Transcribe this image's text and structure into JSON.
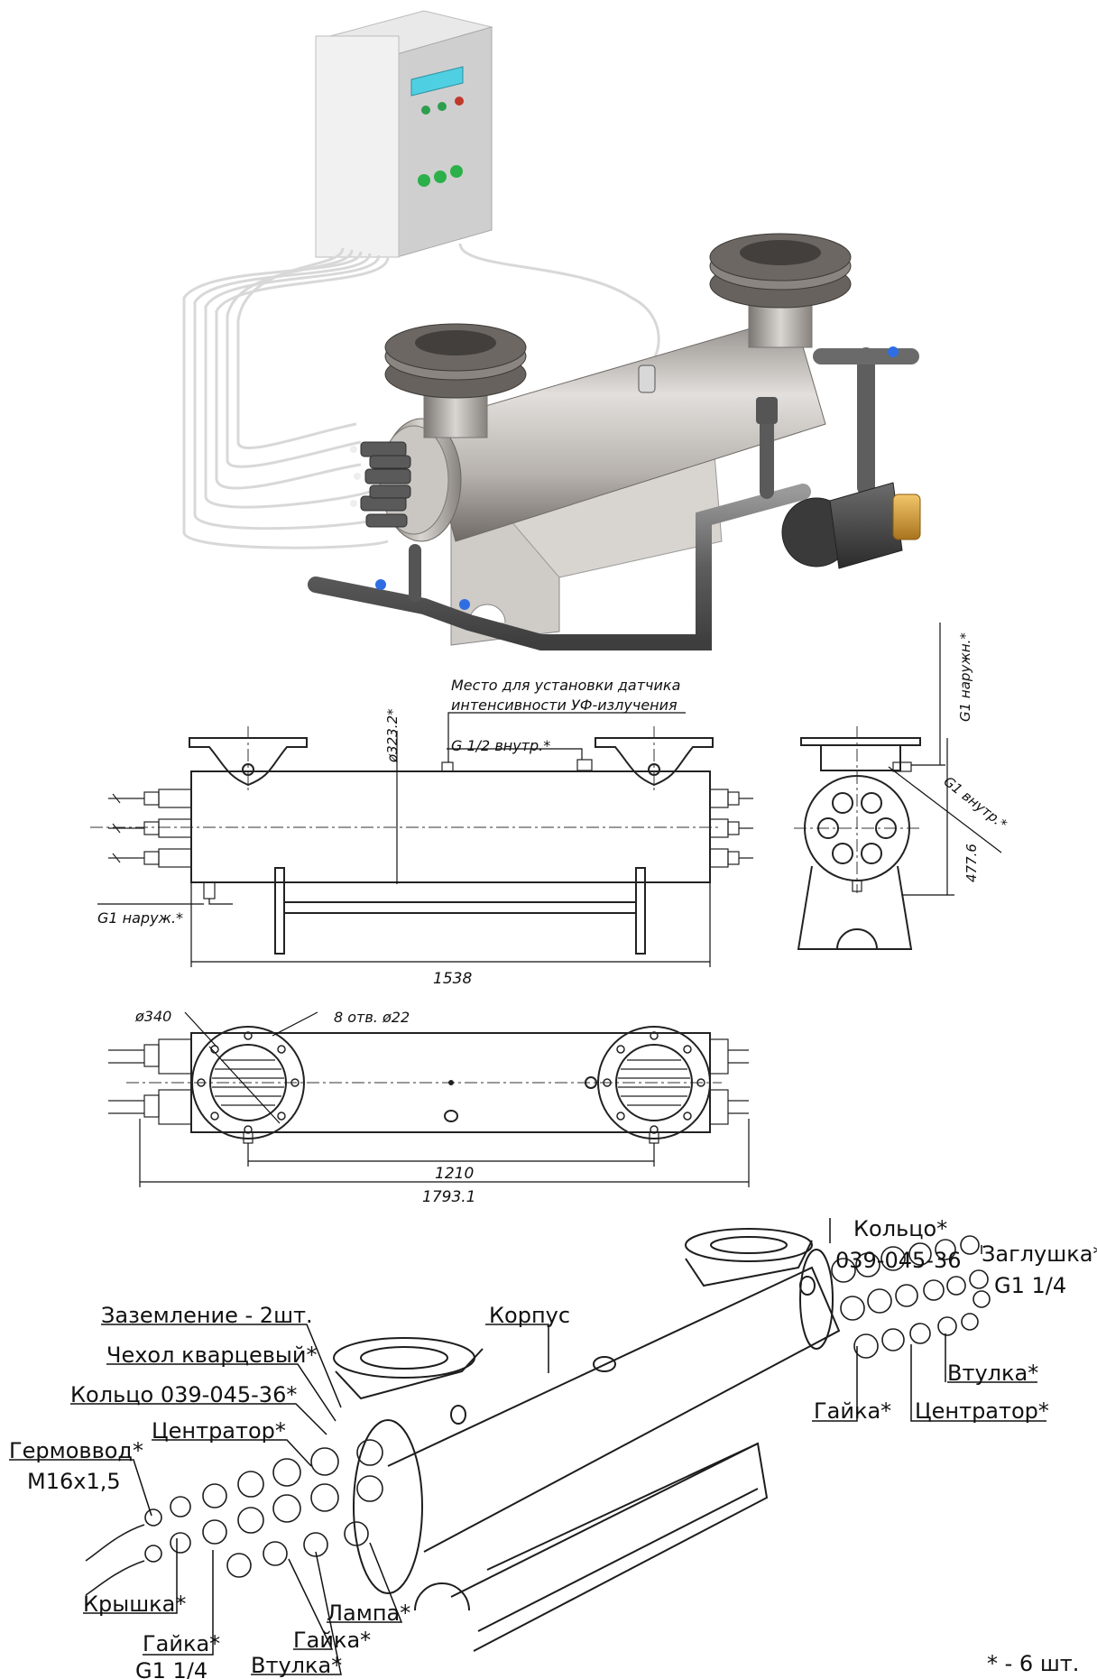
{
  "dimension_view": {
    "sensor_note_line1": "Место для установки датчика",
    "sensor_note_line2": "интенсивности УФ-излучения",
    "inlet_internal": "G 1/2 внутр.*",
    "diameter_body": "ø323.2*",
    "outlet_external_left": "G1 наруж.*",
    "length_total": "1538",
    "side_external": "G1 наружн.*",
    "side_internal": "G1 внутр.*",
    "side_height": "477.6"
  },
  "top_view": {
    "flange_diameter": "ø340",
    "holes": "8 отв. ø22",
    "flange_spacing": "1210",
    "overall_length": "1793.1"
  },
  "exploded_view": {
    "labels": {
      "ring_top": "Кольцо*",
      "ring_top_code": "039-045-36",
      "plug": "Заглушка*",
      "plug_size": "G1 1/4",
      "body": "Корпус",
      "grounding": "Заземление - 2шт.",
      "quartz_sleeve": "Чехол кварцевый*",
      "ring_left": "Кольцо 039-045-36*",
      "centrator_left": "Центратор*",
      "hermetic_input": "Гермоввод*",
      "hermetic_size": "М16х1,5",
      "bushing_right": "Втулка*",
      "nut_right": "Гайка*",
      "centrator_right": "Центратор*",
      "cover": "Крышка*",
      "nut_left": "Гайка*",
      "nut_left_size": "G1 1/4",
      "bushing_left": "Втулка*",
      "nut_mid": "Гайка*",
      "lamp": "Лампа*"
    },
    "footnote": "* - 6 шт."
  }
}
